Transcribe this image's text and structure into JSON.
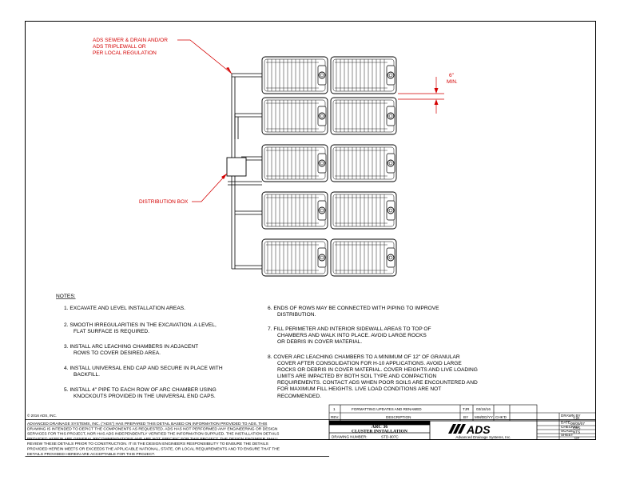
{
  "callouts": {
    "sewer_1": "ADS SEWER & DRAIN AND/OR",
    "sewer_2": "ADS TRIPLEWALL OR",
    "sewer_3": "PER LOCAL REGULATION",
    "distribution_box": "DISTRIBUTION BOX",
    "spacing_value": "6\"",
    "spacing_unit": "MIN."
  },
  "notes": {
    "heading": "NOTES:",
    "n1": "1.  EXCAVATE AND LEVEL INSTALLATION AREAS.",
    "n2a": "2.  SMOOTH IRREGULARITIES IN THE EXCAVATION.  A LEVEL,",
    "n2b": "FLAT SURFACE IS REQUIRED.",
    "n3a": "3.  INSTALL ARC LEACHING CHAMBERS IN ADJACENT",
    "n3b": "ROWS TO COVER DESIRED AREA.",
    "n4a": "4.  INSTALL UNIVERSAL END CAP AND SECURE IN PLACE WITH",
    "n4b": "BACKFILL.",
    "n5a": "5.  INSTALL 4\" PIPE TO EACH ROW OF ARC CHAMBER USING",
    "n5b": "KNOCKOUTS PROVIDED IN THE UNIVERSAL END CAPS.",
    "n6a": "6.  ENDS OF ROWS MAY BE CONNECTED WITH PIPING TO IMPROVE",
    "n6b": "DISTRIBUTION.",
    "n7a": "7.  FILL PERIMETER AND INTERIOR SIDEWALL AREAS TO TOP OF",
    "n7b": "CHAMBERS AND WALK INTO PLACE.  AVOID LARGE ROCKS",
    "n7c": "OR DEBRIS IN COVER MATERIAL.",
    "n8a": "8.  COVER ARC LEACHING CHAMBERS TO A MINIMUM OF 12\" OF GRANULAR",
    "n8b": "COVER AFTER CONSOLIDATION FOR H-10 APPLICATIONS. AVOID LARGE",
    "n8c": "ROCKS OR DEBRIS IN COVER MATERIAL.  COVER HEIGHTS AND LIVE LOADING",
    "n8d": "LIMITS ARE IMPACTED BY BOTH SOIL TYPE AND COMPACTION",
    "n8e": "REQUIREMENTS. CONTACT ADS WHEN POOR SOILS ARE ENCOUNTERED AND",
    "n8f": "FOR MAXIMUM FILL HEIGHTS. LIVE LOAD CONDITIONS ARE NOT",
    "n8g": "RECOMMENDED."
  },
  "copyright": "© 2016 ADS, INC.",
  "disclaimer": {
    "l1": "ADVANCED DRAINAGE SYSTEMS, INC. (\"ADS\") HAS PREPARED THIS DETAIL BASED ON INFORMATION PROVIDED TO ADS. THIS",
    "l2": "DRAWING IS INTENDED TO DEPICT THE COMPONENTS AS REQUESTED.  ADS HAS NOT PERFORMED ANY ENGINEERING OR DESIGN",
    "l3": "SERVICES FOR THIS PROJECT, NOR HAS ADS INDEPENDENTLY VERIFIED THE INFORMATION SUPPLIED.  THE INSTALLATION DETAILS",
    "l4": "PROVIDED HEREIN ARE GENERAL RECOMMENDATIONS AND ARE NOT SPECIFIC FOR THIS PROJECT.  THE DESIGN ENGINEER SHALL",
    "l5": "REVIEW THESE DETAILS PRIOR TO CONSTRUCTION.  IT IS THE DESIGN ENGINEERS RESPONSIBILITY TO ENSURE THE DETAILS",
    "l6": "PROVIDED HEREIN MEETS OR EXCEEDS THE APPLICABLE NATIONAL, STATE, OR LOCAL REQUIREMENTS AND TO ENSURE THAT THE",
    "l7": "DETAILS PROVIDED HEREIN ARE ACCEPTABLE FOR THIS PROJECT."
  },
  "revision": {
    "rev": "1",
    "description": "FORMATTING UPDATES AND RENAMED",
    "by": "TJR",
    "date": "03/18/16",
    "headers": {
      "rev": "REV.",
      "description": "DESCRIPTION",
      "by": "BY",
      "date": "MM/DD/YY",
      "chkd": "CHK'D"
    }
  },
  "title_block": {
    "title_1": "ARC 36",
    "title_2": "CLUSTER INSTALLATION",
    "drawing_number_label": "DRAWING NUMBER:",
    "drawing_number": "STD-907C",
    "company_name": "Advanced Drainage Systems, Inc.",
    "logo": "ADS"
  },
  "info_block": {
    "drawn_by_label": "DRAWN BY",
    "drawn_by": "TJR",
    "date_label": "DATE",
    "date": "08/05/07",
    "checked_label": "CHECKED",
    "checked": "CKS",
    "scale_label": "SCALE",
    "scale": "NTS",
    "sheet_label": "SHEET",
    "sheet": "OF"
  },
  "colors": {
    "callout": "#d40000",
    "line": "#000000"
  },
  "icons": [
    "distribution-box-icon",
    "ads-logo-icon",
    "end-cap-icon"
  ]
}
